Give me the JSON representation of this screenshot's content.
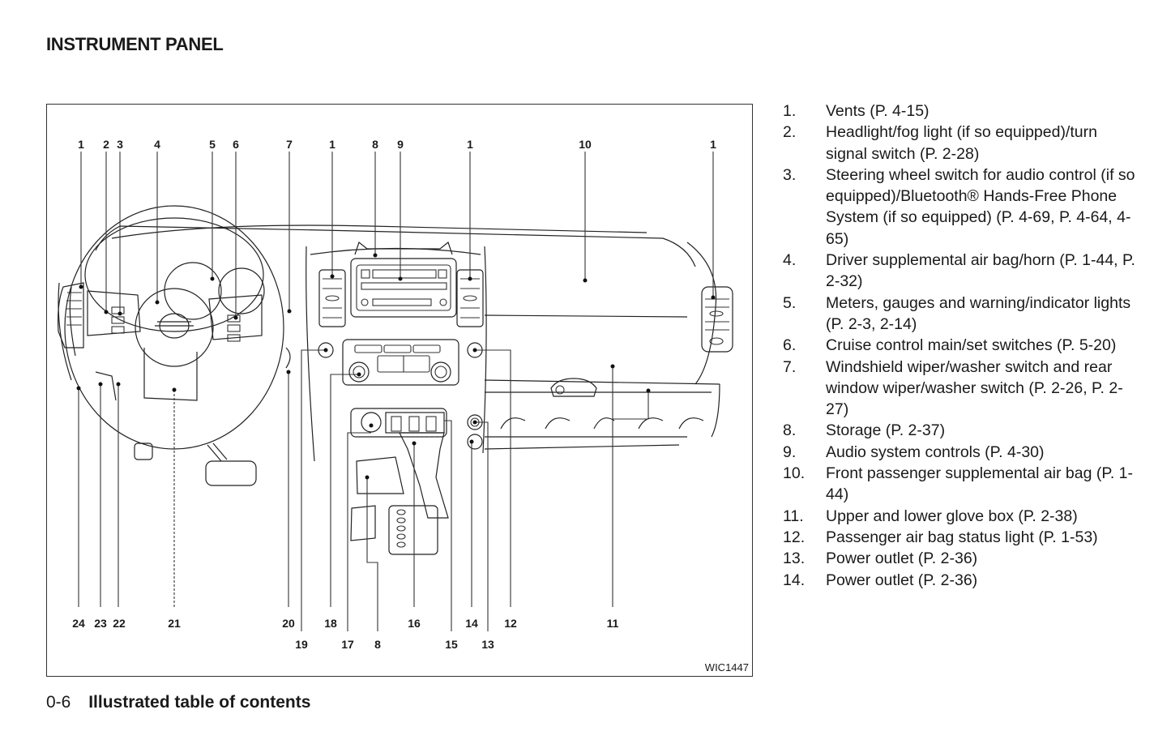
{
  "page": {
    "title": "INSTRUMENT PANEL",
    "footer_page_number": "0-6",
    "footer_section": "Illustrated table of contents"
  },
  "figure": {
    "id": "WIC1447",
    "top_callouts": [
      "1",
      "2",
      "3",
      "4",
      "5",
      "6",
      "7",
      "1",
      "8",
      "9",
      "1",
      "10",
      "1"
    ],
    "bottom_callouts_row1": [
      "24",
      "23",
      "22",
      "21",
      "20",
      "18",
      "16",
      "14",
      "12",
      "11"
    ],
    "bottom_callouts_row2": [
      "19",
      "17",
      "8",
      "15",
      "13"
    ]
  },
  "legend": [
    {
      "num": "1.",
      "text": "Vents (P. 4-15)"
    },
    {
      "num": "2.",
      "text": "Headlight/fog light (if so equipped)/turn signal switch (P. 2-28)"
    },
    {
      "num": "3.",
      "text": "Steering wheel switch for audio control (if so equipped)/Bluetooth® Hands-Free Phone System (if so equipped) (P. 4-69, P. 4-64, 4-65)"
    },
    {
      "num": "4.",
      "text": "Driver supplemental air bag/horn (P. 1-44, P. 2-32)"
    },
    {
      "num": "5.",
      "text": "Meters, gauges and warning/indicator lights (P. 2-3, 2-14)"
    },
    {
      "num": "6.",
      "text": "Cruise control main/set switches (P. 5-20)"
    },
    {
      "num": "7.",
      "text": "Windshield wiper/washer switch and rear window wiper/washer switch (P. 2-26, P. 2-27)"
    },
    {
      "num": "8.",
      "text": "Storage (P. 2-37)"
    },
    {
      "num": "9.",
      "text": "Audio system controls (P. 4-30)"
    },
    {
      "num": "10.",
      "text": "Front passenger supplemental air bag (P. 1-44)"
    },
    {
      "num": "11.",
      "text": "Upper and lower glove box (P. 2-38)"
    },
    {
      "num": "12.",
      "text": "Passenger air bag status light (P. 1-53)"
    },
    {
      "num": "13.",
      "text": "Power outlet (P. 2-36)"
    },
    {
      "num": "14.",
      "text": "Power outlet (P. 2-36)"
    }
  ]
}
